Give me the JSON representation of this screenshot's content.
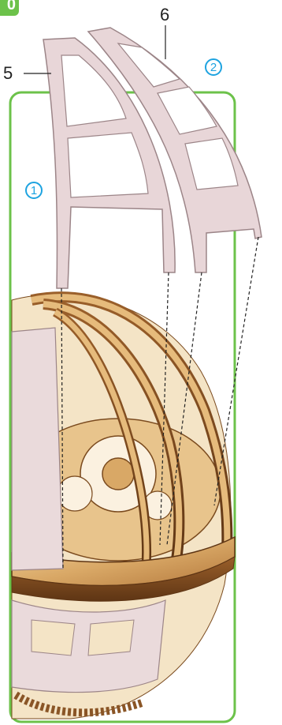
{
  "step": {
    "number": "0"
  },
  "callouts": {
    "part_left": "5",
    "part_right": "6"
  },
  "steps": {
    "one": "1",
    "two": "2"
  },
  "colors": {
    "frame": "#6cc24a",
    "badge": "#1ea3e0",
    "pink": "#e8d6d8",
    "wood": "#deb57a",
    "wood_dark": "#7a4a1e"
  }
}
